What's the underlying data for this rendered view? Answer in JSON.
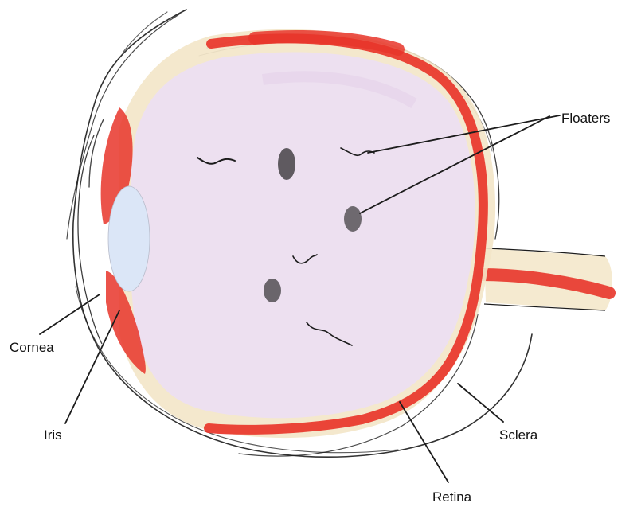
{
  "labels": {
    "floaters": "Floaters",
    "cornea": "Cornea",
    "iris": "Iris",
    "sclera": "Sclera",
    "retina": "Retina"
  },
  "colors": {
    "vitreous": "#ede0f0",
    "sclera": "#f3e6c8",
    "retina": "#e8352a",
    "lens": "#dbe6f7",
    "floater": "#5f5a60",
    "pencil": "#1c1c1c"
  }
}
